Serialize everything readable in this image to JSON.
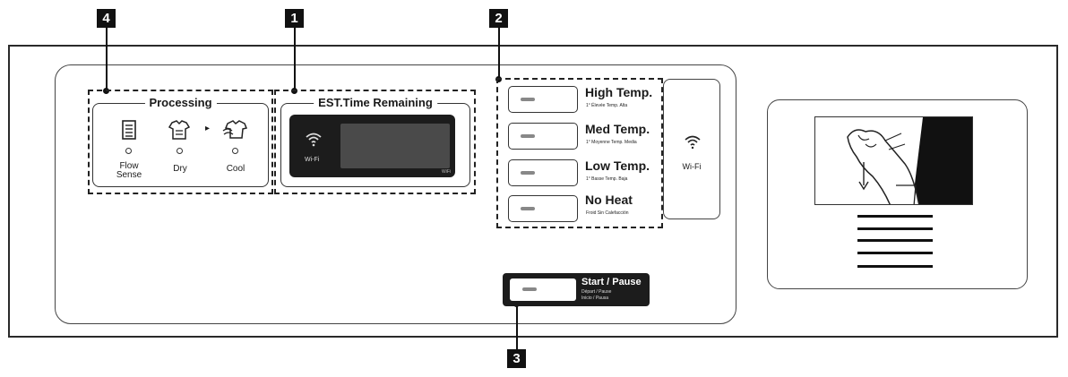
{
  "callouts": {
    "c1": "1",
    "c2": "2",
    "c3": "3",
    "c4": "4"
  },
  "processing": {
    "title": "Processing",
    "items": [
      {
        "label": "Flow\nSense",
        "icon": "flow-sense-icon"
      },
      {
        "label": "Dry",
        "icon": "dry-shirt-icon"
      },
      {
        "label": "Cool",
        "icon": "cool-shirt-icon"
      }
    ],
    "arrow": "▸"
  },
  "est_time": {
    "title": "EST.Time Remaining",
    "wifi_label": "Wi-Fi",
    "tiny_label": "WiFi"
  },
  "temps": [
    {
      "title": "High Temp.",
      "sub": "1° Élevée  Temp. Alta"
    },
    {
      "title": "Med Temp.",
      "sub": "1° Moyenne  Temp. Media"
    },
    {
      "title": "Low Temp.",
      "sub": "1° Basse  Temp. Baja"
    },
    {
      "title": "No Heat",
      "sub": "Froid  Sin Calefacción"
    }
  ],
  "wifi_panel": {
    "label": "Wi-Fi"
  },
  "start": {
    "title": "Start / Pause",
    "sub1": "Départ / Pause",
    "sub2": "Inicio / Pausa"
  },
  "colors": {
    "ink": "#111111",
    "display_bg": "#1c1c1c",
    "screen": "#4a4a4a"
  }
}
